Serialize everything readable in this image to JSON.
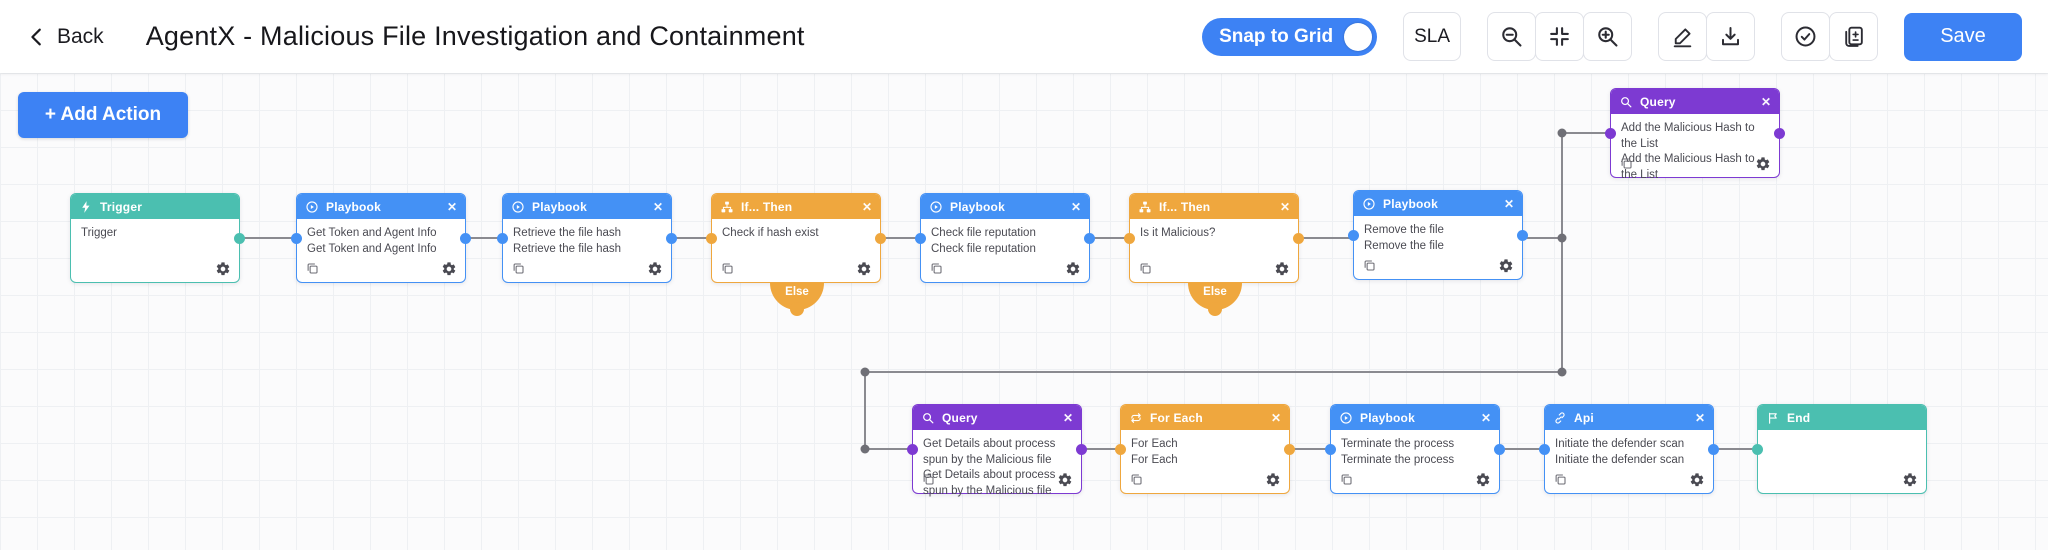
{
  "topbar": {
    "back_label": "Back",
    "title": "AgentX - Malicious File Investigation and Containment",
    "snap_to_grid_label": "Snap to Grid",
    "snap_to_grid_on": true,
    "sla_label": "SLA",
    "save_label": "Save"
  },
  "canvas": {
    "add_action_label": "+ Add Action",
    "else_label": "Else",
    "close_glyph": "✕",
    "colors": {
      "teal": "#4BBFB0",
      "blue": "#4491F5",
      "orange": "#EFA73E",
      "purple": "#7D3AD2",
      "accent": "#3D82F4",
      "edge": "#8A8A90"
    },
    "nodes": [
      {
        "type": "trigger",
        "title": "Trigger",
        "lines": [
          "Trigger"
        ]
      },
      {
        "type": "playbook",
        "title": "Playbook",
        "lines": [
          "Get Token and Agent Info",
          "Get Token and Agent Info"
        ]
      },
      {
        "type": "playbook",
        "title": "Playbook",
        "lines": [
          "Retrieve the file hash",
          "Retrieve the file hash"
        ]
      },
      {
        "type": "ifthen",
        "title": "If... Then",
        "lines": [
          "Check if hash exist"
        ]
      },
      {
        "type": "playbook",
        "title": "Playbook",
        "lines": [
          "Check file reputation",
          "Check file reputation"
        ]
      },
      {
        "type": "ifthen",
        "title": "If... Then",
        "lines": [
          "Is it Malicious?"
        ]
      },
      {
        "type": "playbook",
        "title": "Playbook",
        "lines": [
          "Remove the file",
          "Remove the file"
        ]
      },
      {
        "type": "query",
        "title": "Query",
        "lines": [
          "Add the Malicious Hash to the List",
          "Add the Malicious Hash to the List"
        ]
      },
      {
        "type": "query",
        "title": "Query",
        "lines": [
          "Get Details about process spun by the Malicious file",
          "Get Details about process spun by the Malicious file"
        ]
      },
      {
        "type": "foreach",
        "title": "For Each",
        "lines": [
          "For Each",
          "For Each"
        ]
      },
      {
        "type": "playbook",
        "title": "Playbook",
        "lines": [
          "Terminate the process",
          "Terminate the process"
        ]
      },
      {
        "type": "api",
        "title": "Api",
        "lines": [
          "Initiate the defender scan",
          "Initiate the defender scan"
        ]
      },
      {
        "type": "end",
        "title": "End",
        "lines": []
      }
    ]
  }
}
